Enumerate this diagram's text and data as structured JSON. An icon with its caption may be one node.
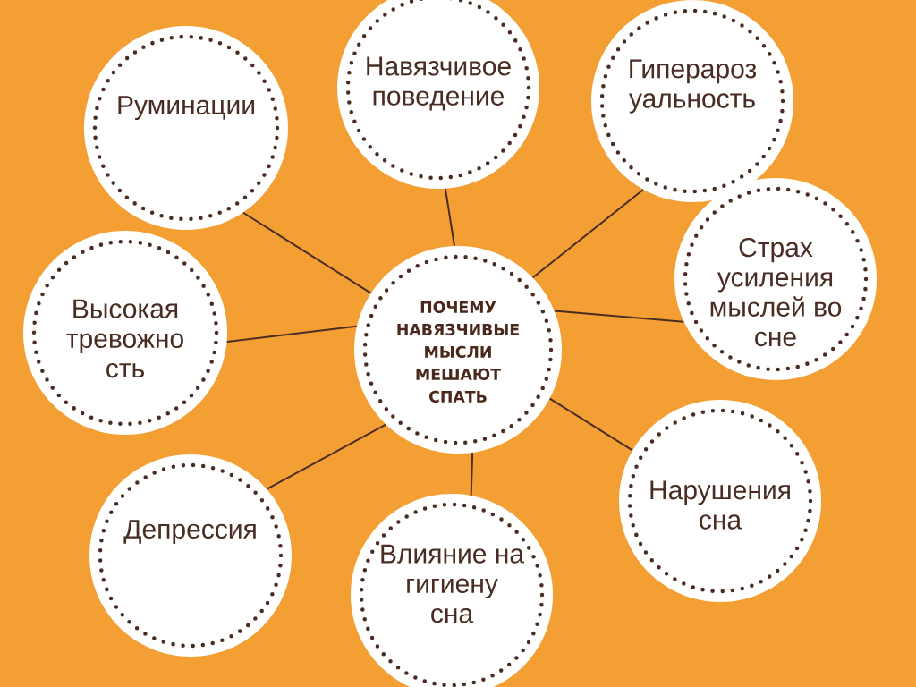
{
  "diagram": {
    "nodes": [
      {
        "text": [
          "ПОЧЕМУ НАВЯЗЧИВЫЕ МЫСЛИ МЕШАЮТ СПАТЬ"
        ]
      },
      {
        "text": [
          "Руминации"
        ]
      },
      {
        "text": [
          "Навязчивое поведение"
        ]
      },
      {
        "text": [
          "Гиперароз уальность"
        ]
      },
      {
        "text": [
          "Страх усиления мыслей во сне"
        ]
      },
      {
        "text": [
          "Высокая тревожно сть"
        ]
      },
      {
        "text": [
          "Нарушения сна"
        ]
      },
      {
        "text": [
          "Депрессия"
        ]
      },
      {
        "text": [
          "Влияние на гигиену сна"
        ]
      }
    ],
    "edges": [
      {
        "from": 0,
        "to": 1,
        "arrow": "none"
      },
      {
        "from": 0,
        "to": 2,
        "arrow": "none"
      },
      {
        "from": 0,
        "to": 3,
        "arrow": "none"
      },
      {
        "from": 0,
        "to": 4,
        "arrow": "none"
      },
      {
        "from": 0,
        "to": 5,
        "arrow": "none"
      },
      {
        "from": 0,
        "to": 6,
        "arrow": "none"
      },
      {
        "from": 0,
        "to": 7,
        "arrow": "none"
      },
      {
        "from": 0,
        "to": 8,
        "arrow": "none"
      }
    ]
  }
}
